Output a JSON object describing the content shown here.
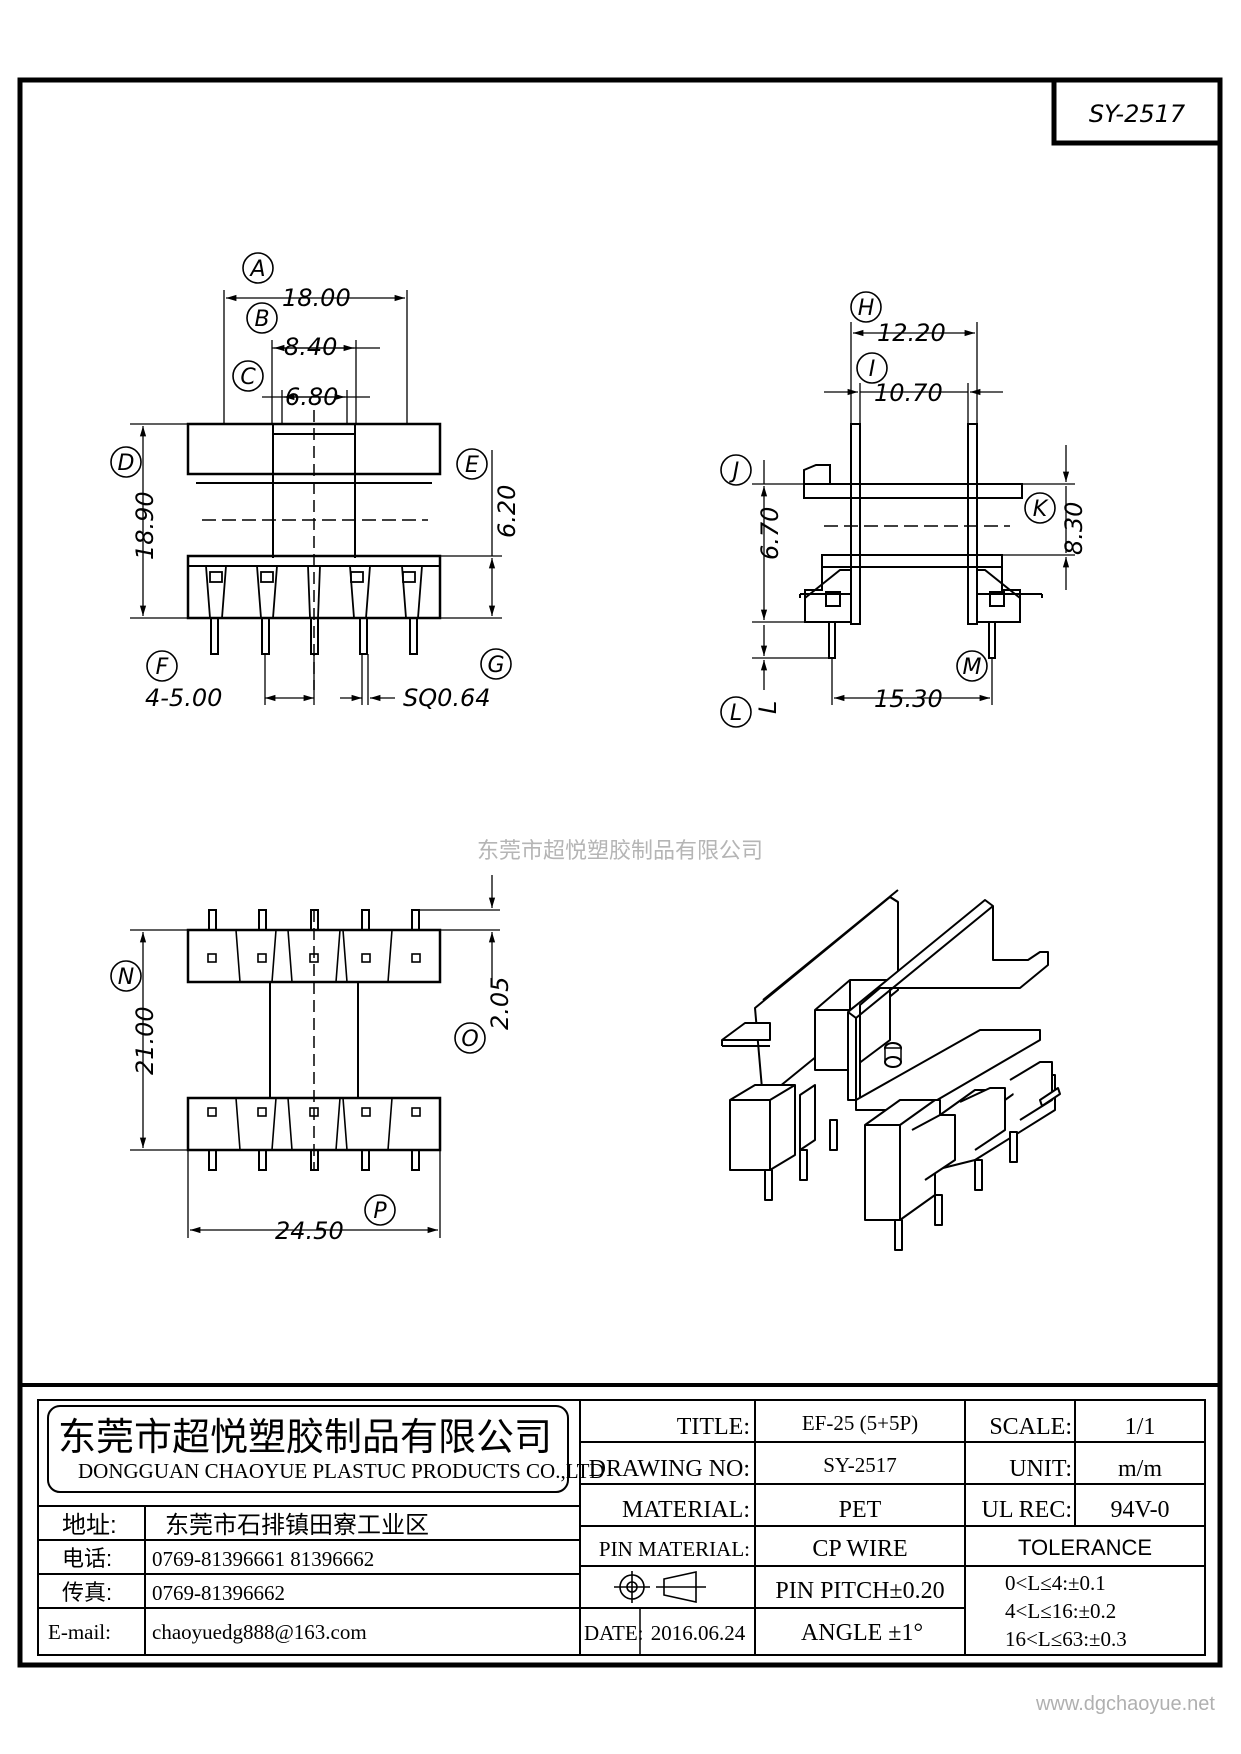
{
  "part_code": "SY-2517",
  "watermark": "东莞市超悦塑胶制品有限公司",
  "website": "www.dgchaoyue.net",
  "front_view": {
    "callouts": [
      "A",
      "B",
      "C",
      "D",
      "E",
      "F",
      "G"
    ],
    "dims": {
      "a": "18.00",
      "b": "8.40",
      "c": "6.80",
      "d": "18.90",
      "e": "6.20",
      "f": "4-5.00",
      "g": "SQ0.64"
    }
  },
  "side_view": {
    "callouts": [
      "H",
      "I",
      "J",
      "K",
      "L",
      "M"
    ],
    "dims": {
      "h": "12.20",
      "i": "10.70",
      "j": "6.70",
      "k": "8.30",
      "l": "L",
      "m": "15.30"
    }
  },
  "bottom_view": {
    "callouts": [
      "N",
      "O",
      "P"
    ],
    "dims": {
      "n": "21.00",
      "o": "2.05",
      "p": "24.50"
    }
  },
  "title_block": {
    "company_cn": "东莞市超悦塑胶制品有限公司",
    "company_en": "DONGGUAN CHAOYUE PLASTUC PRODUCTS CO.,LTD",
    "address_label": "地址:",
    "address": "东莞市石排镇田寮工业区",
    "phone_label": "电话:",
    "phone": "0769-81396661  81396662",
    "fax_label": "传真:",
    "fax": "0769-81396662",
    "email_label": "E-mail:",
    "email": "chaoyuedg888@163.com",
    "title_label": "TITLE:",
    "title": "EF-25 (5+5P)",
    "drawing_no_label": "DRAWING NO:",
    "drawing_no": "SY-2517",
    "material_label": "MATERIAL:",
    "material": "PET",
    "pin_material_label": "PIN MATERIAL:",
    "pin_material": "CP WIRE",
    "date_label": "DATE:",
    "date": "2016.06.24",
    "pin_pitch": "PIN PITCH±0.20",
    "angle": "ANGLE  ±1°",
    "scale_label": "SCALE:",
    "scale": "1/1",
    "unit_label": "UNIT:",
    "unit": "m/m",
    "ul_rec_label": "UL REC:",
    "ul_rec": "94V-0",
    "tolerance_label": "TOLERANCE",
    "tolerance": [
      "0<L≤4:±0.1",
      "4<L≤16:±0.2",
      "16<L≤63:±0.3"
    ]
  }
}
